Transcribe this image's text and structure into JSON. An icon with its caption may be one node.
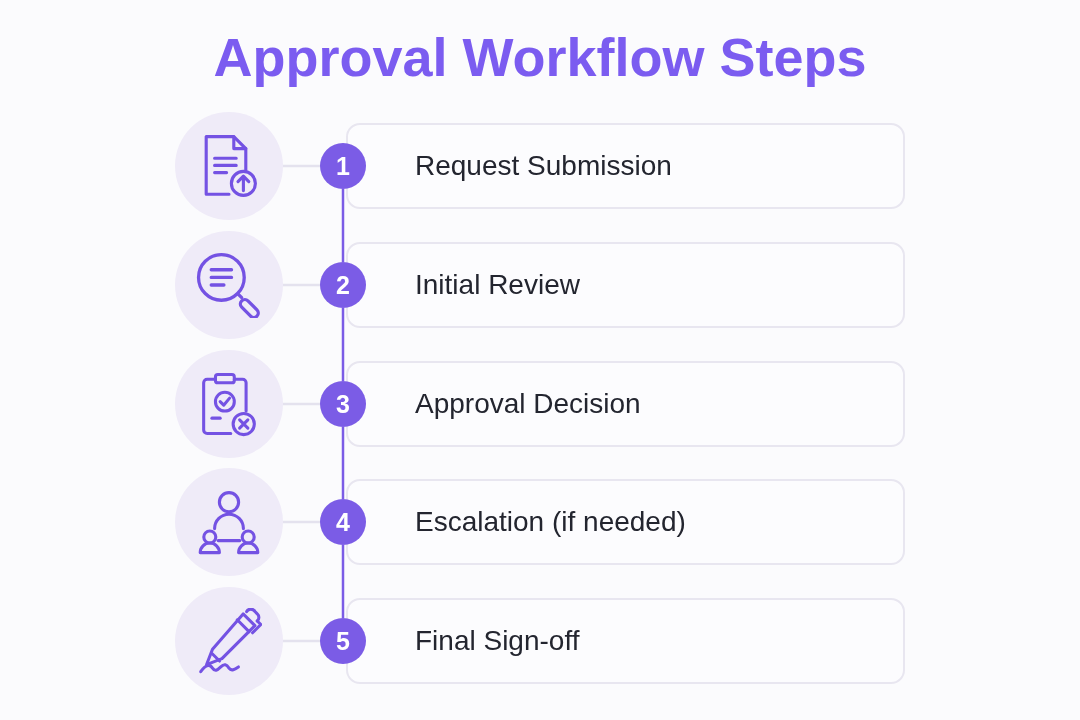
{
  "diagram": {
    "title": "Approval Workflow Steps",
    "nodes": [
      {
        "text": [],
        "shape": "circle"
      },
      {
        "text": [
          "1"
        ]
      },
      {
        "text": [
          "Request Submission"
        ]
      },
      {
        "text": [],
        "shape": "circle"
      },
      {
        "text": [
          "2"
        ]
      },
      {
        "text": [
          "Initial Review"
        ]
      },
      {
        "text": [],
        "shape": "circle"
      },
      {
        "text": [
          "3"
        ]
      },
      {
        "text": [
          "Approval Decision"
        ]
      },
      {
        "text": [],
        "shape": "circle"
      },
      {
        "text": [
          "4"
        ]
      },
      {
        "text": [
          "Escalation (if needed)"
        ]
      },
      {
        "text": [],
        "shape": "circle"
      },
      {
        "text": [
          "5"
        ]
      },
      {
        "text": [
          "Final Sign-off"
        ]
      }
    ],
    "edges": [
      {
        "from": 0,
        "to": 1,
        "arrow": "none"
      },
      {
        "from": 1,
        "to": 4,
        "arrow": "none",
        "color": "#7b5ce6"
      },
      {
        "from": 3,
        "to": 4,
        "arrow": "none"
      },
      {
        "from": 4,
        "to": 7,
        "arrow": "none",
        "color": "#7b5ce6"
      },
      {
        "from": 6,
        "to": 7,
        "arrow": "none"
      },
      {
        "from": 7,
        "to": 10,
        "arrow": "none",
        "color": "#7b5ce6"
      },
      {
        "from": 9,
        "to": 10,
        "arrow": "none"
      },
      {
        "from": 10,
        "to": 13,
        "arrow": "none",
        "color": "#7b5ce6"
      },
      {
        "from": 12,
        "to": 13,
        "arrow": "none"
      }
    ]
  }
}
